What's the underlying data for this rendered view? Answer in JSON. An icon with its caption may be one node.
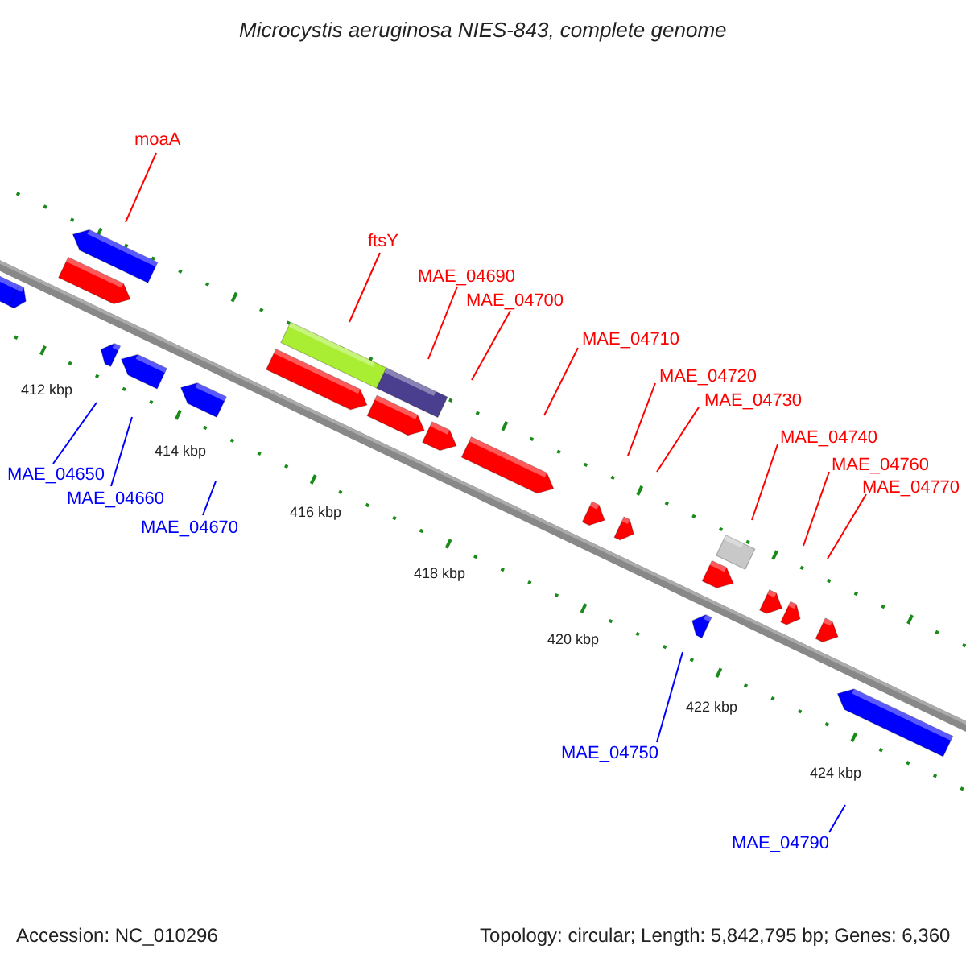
{
  "diagram": {
    "title": "Microcystis aeruginosa NIES-843, complete genome",
    "nodes": [
      {
        "text": [
          "moaA"
        ]
      },
      {
        "text": [
          "ftsY"
        ]
      },
      {
        "text": [
          "MAE_04690"
        ]
      },
      {
        "text": [
          "MAE_04700"
        ]
      },
      {
        "text": [
          "MAE_04710"
        ]
      },
      {
        "text": [
          "MAE_04720"
        ]
      },
      {
        "text": [
          "MAE_04730"
        ]
      },
      {
        "text": [
          "MAE_04740"
        ]
      },
      {
        "text": [
          "MAE_04760"
        ]
      },
      {
        "text": [
          "MAE_04770"
        ]
      },
      {
        "text": [
          "MAE_04650"
        ]
      },
      {
        "text": [
          "MAE_04660"
        ]
      },
      {
        "text": [
          "MAE_04670"
        ]
      },
      {
        "text": [
          "MAE_04750"
        ]
      },
      {
        "text": [
          "MAE_04790"
        ]
      }
    ],
    "edges": [
      {
        "from": 0,
        "to": null,
        "arrow": "none"
      },
      {
        "from": 1,
        "to": null,
        "arrow": "none"
      },
      {
        "from": 2,
        "to": null,
        "arrow": "none"
      },
      {
        "from": 3,
        "to": null,
        "arrow": "none"
      },
      {
        "from": 4,
        "to": null,
        "arrow": "none"
      },
      {
        "from": 5,
        "to": null,
        "arrow": "none"
      },
      {
        "from": 6,
        "to": null,
        "arrow": "none"
      },
      {
        "from": 7,
        "to": null,
        "arrow": "none"
      },
      {
        "from": 8,
        "to": null,
        "arrow": "none"
      },
      {
        "from": 9,
        "to": null,
        "arrow": "none"
      },
      {
        "from": 10,
        "to": null,
        "arrow": "none",
        "color": "#0000ff"
      },
      {
        "from": 11,
        "to": null,
        "arrow": "none",
        "color": "#0000ff"
      },
      {
        "from": 12,
        "to": null,
        "arrow": "none",
        "color": "#0000ff"
      },
      {
        "from": 13,
        "to": null,
        "arrow": "none",
        "color": "#0000ff"
      },
      {
        "from": 14,
        "to": null,
        "arrow": "none",
        "color": "#0000ff"
      }
    ],
    "labels": [
      "412 kbp",
      "414 kbp",
      "416 kbp",
      "418 kbp",
      "420 kbp",
      "422 kbp",
      "424 kbp",
      "Accession: NC_010296",
      "Topology: circular; Length: 5,842,795 bp; Genes: 6,360"
    ]
  }
}
